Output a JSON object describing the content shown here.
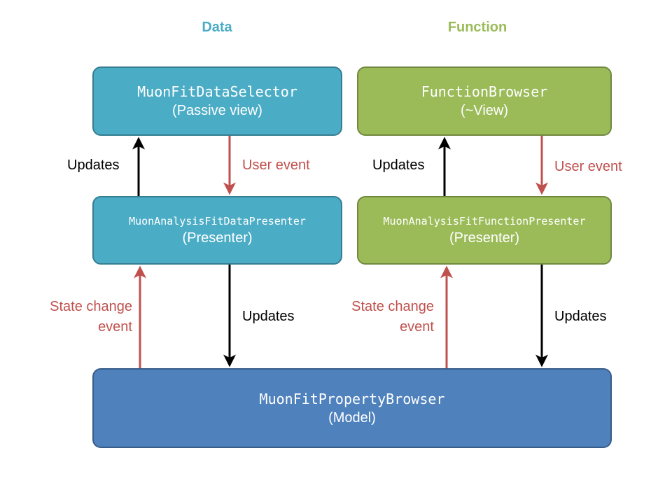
{
  "headers": {
    "data": "Data",
    "function": "Function"
  },
  "boxes": {
    "data_view": {
      "name": "MuonFitDataSelector",
      "role": "(Passive view)"
    },
    "func_view": {
      "name": "FunctionBrowser",
      "role": "(~View)"
    },
    "data_presenter": {
      "name": "MuonAnalysisFitDataPresenter",
      "role": "(Presenter)"
    },
    "func_presenter": {
      "name": "MuonAnalysisFitFunctionPresenter",
      "role": "(Presenter)"
    },
    "model": {
      "name": "MuonFitPropertyBrowser",
      "role": "(Model)"
    }
  },
  "labels": {
    "updates": "Updates",
    "user_event": "User event",
    "state_change_line1": "State change",
    "state_change_line2": "event"
  },
  "colors": {
    "data_header": "#4BACC6",
    "function_header": "#9BBB59",
    "data_box": "#4BACC6",
    "data_box_border": "#357D91",
    "function_box": "#9BBB59",
    "function_box_border": "#71893F",
    "model_box": "#4F81BD",
    "model_box_border": "#385D8A",
    "event_arrow": "#C0504D",
    "update_arrow": "#000000",
    "event_text": "#C0504D",
    "update_text": "#000000"
  }
}
